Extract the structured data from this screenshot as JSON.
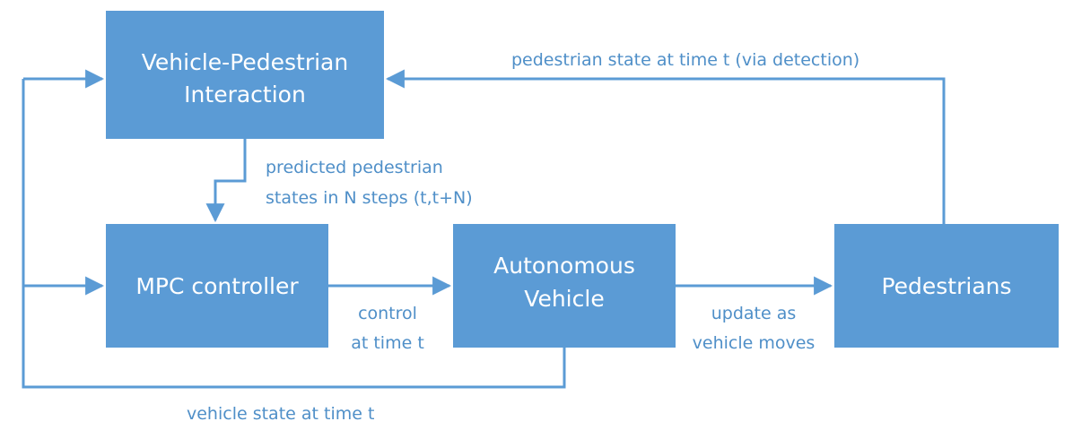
{
  "colors": {
    "box_fill": "#5b9bd5",
    "line": "#5b9bd5",
    "label_text": "#4f8fc8",
    "box_text": "#ffffff"
  },
  "nodes": {
    "interaction": {
      "line1": "Vehicle-Pedestrian",
      "line2": "Interaction"
    },
    "mpc": {
      "label": "MPC controller"
    },
    "vehicle": {
      "line1": "Autonomous",
      "line2": "Vehicle"
    },
    "pedestrians": {
      "label": "Pedestrians"
    }
  },
  "edges": {
    "pedestrian_state": {
      "label": "pedestrian state at time t (via detection)"
    },
    "predicted_states": {
      "line1": "predicted pedestrian",
      "line2": "states in N steps (t,t+N)"
    },
    "control": {
      "line1": "control",
      "line2": "at time t"
    },
    "update": {
      "line1": "update as",
      "line2": "vehicle moves"
    },
    "vehicle_state": {
      "label": "vehicle state at time t"
    }
  }
}
